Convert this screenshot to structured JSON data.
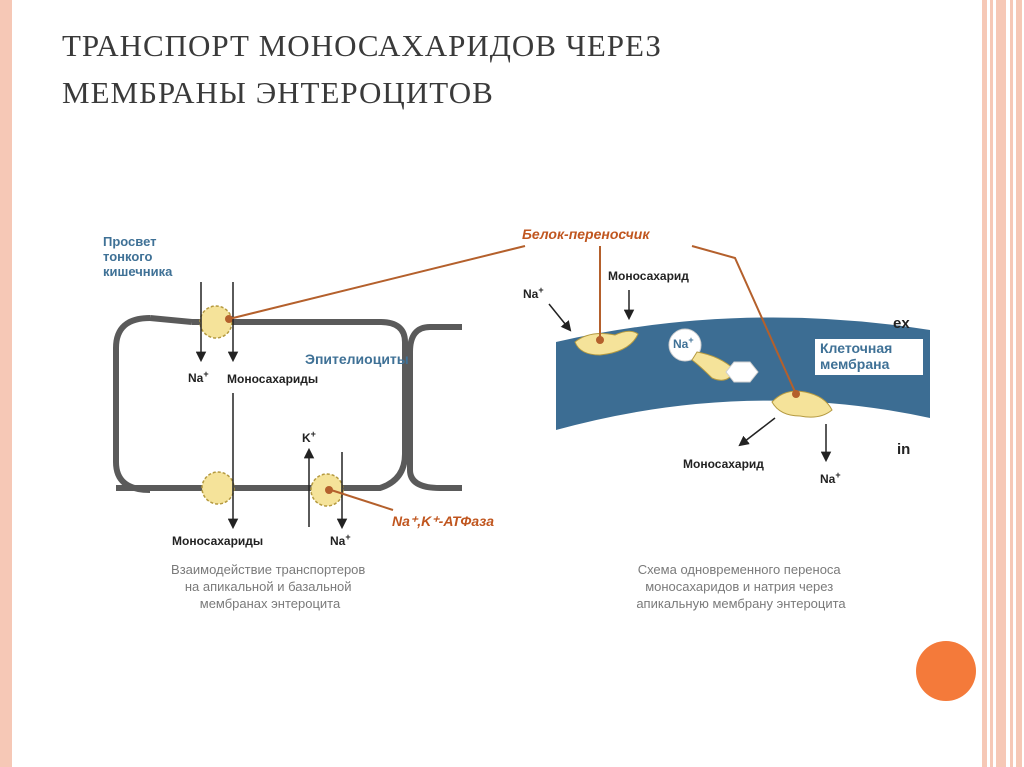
{
  "slide": {
    "title": "Транспорт моносахаридов через\nмембраны энтероцитов"
  },
  "left_diagram": {
    "lumen_label": [
      "Просвет",
      "тонкого",
      "кишечника"
    ],
    "epithelium_label": "Эпителиоциты",
    "na_top": "Na",
    "na_top_sup": "+",
    "monosaccharides_top": "Моносахариды",
    "k_label": "K",
    "k_sup": "+",
    "monosaccharides_bottom": "Моносахариды",
    "na_bottom": "Na",
    "na_bottom_sup": "+",
    "atpase_label": "Na⁺,K⁺-АТФаза",
    "caption": [
      "Взаимодействие транспортеров",
      "на апикальной и базальной",
      "мембранах энтероцита"
    ]
  },
  "right_diagram": {
    "carrier_label": "Белок-переносчик",
    "na_in_label": "Na",
    "na_in_sup": "+",
    "monosaccharide_in_label": "Моносахарид",
    "na_carrier_label": "Na",
    "na_carrier_sup": "+",
    "membrane_label": [
      "Клеточная",
      "мембрана"
    ],
    "ex_label": "ex",
    "in_label": "in",
    "monosaccharide_out_label": "Моносахарид",
    "na_out_label": "Na",
    "na_out_sup": "+",
    "caption": [
      "Схема одновременного переноса",
      "моносахаридов и натрия через",
      "апикальную мембрану энтероцита"
    ]
  },
  "colors": {
    "accent_orange": "#f47a3a",
    "stripe_pink": "#f6c8b6",
    "membrane_blue": "#3c6d93",
    "carrier_yellow": "#f5e39a",
    "connector_brown": "#b4602c",
    "label_blue": "#3f7196"
  }
}
